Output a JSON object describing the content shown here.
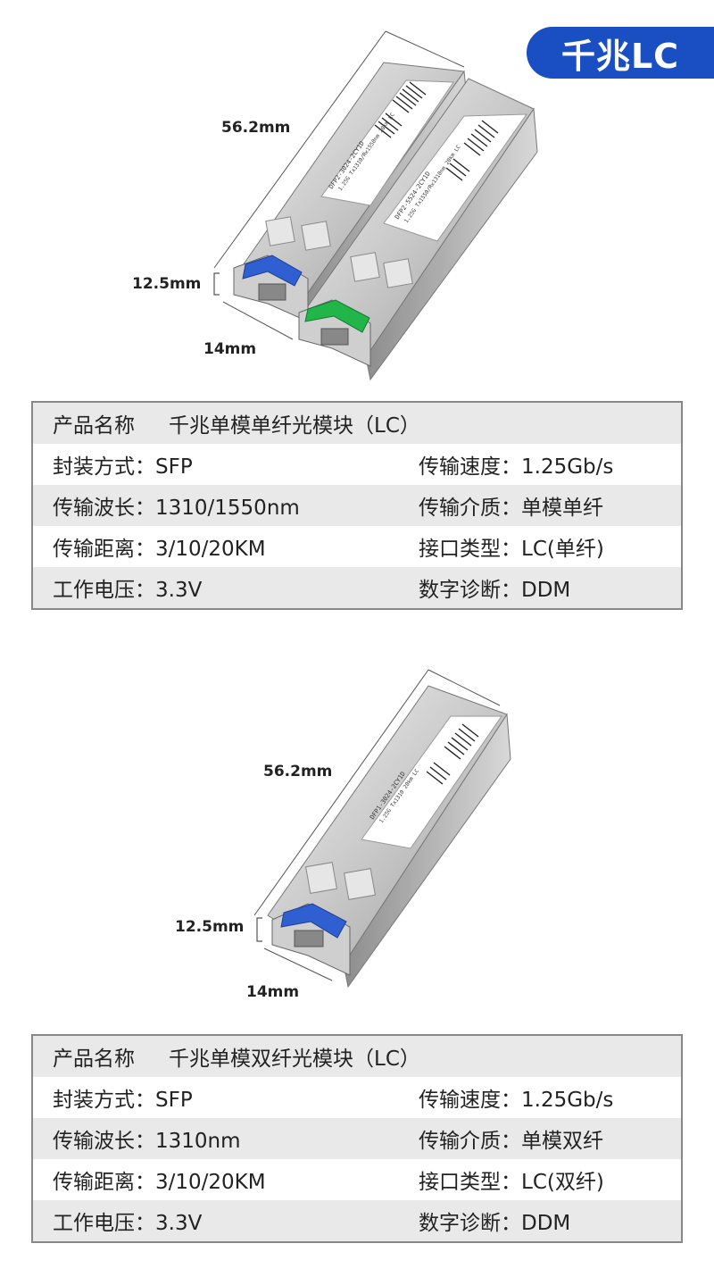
{
  "badge": "千兆LC",
  "product1": {
    "dims": {
      "length": "56.2mm",
      "height": "12.5mm",
      "width": "14mm"
    },
    "label_a": [
      "DFP2-3024-2CY1D",
      "1.25G Tx1310/Rx1550nm 20km LC",
      "XXXXXXXXXXXX"
    ],
    "label_b": [
      "DFP2-5524-2CY1D",
      "1.25G Tx1550/Rx1310nm 20km LC",
      "XXXXXXXXXXXX"
    ],
    "colors": {
      "latch_a": "#2f5fd0",
      "latch_b": "#22b54a"
    },
    "spec": {
      "name_label": "产品名称",
      "name_value": "千兆单模单纤光模块（LC）",
      "rows": [
        {
          "l": "封装方式：SFP",
          "r": "传输速度：1.25Gb/s"
        },
        {
          "l": "传输波长：1310/1550nm",
          "r": "传输介质：单模单纤"
        },
        {
          "l": "传输距离：3/10/20KM",
          "r": "接口类型：LC(单纤)"
        },
        {
          "l": "工作电压：3.3V",
          "r": "数字诊断：DDM"
        }
      ]
    }
  },
  "product2": {
    "dims": {
      "length": "56.2mm",
      "height": "12.5mm",
      "width": "14mm"
    },
    "label": [
      "DFP1-3024-2CY1D",
      "1.25G Tx1310 20km LC",
      "XXXXXXXXXXXX"
    ],
    "colors": {
      "latch": "#2f5fd0"
    },
    "spec": {
      "name_label": "产品名称",
      "name_value": "千兆单模双纤光模块（LC）",
      "rows": [
        {
          "l": "封装方式：SFP",
          "r": "传输速度：1.25Gb/s"
        },
        {
          "l": "传输波长：1310nm",
          "r": "传输介质：单模双纤"
        },
        {
          "l": "传输距离：3/10/20KM",
          "r": "接口类型：LC(双纤)"
        },
        {
          "l": "工作电压：3.3V",
          "r": "数字诊断：DDM"
        }
      ]
    }
  }
}
